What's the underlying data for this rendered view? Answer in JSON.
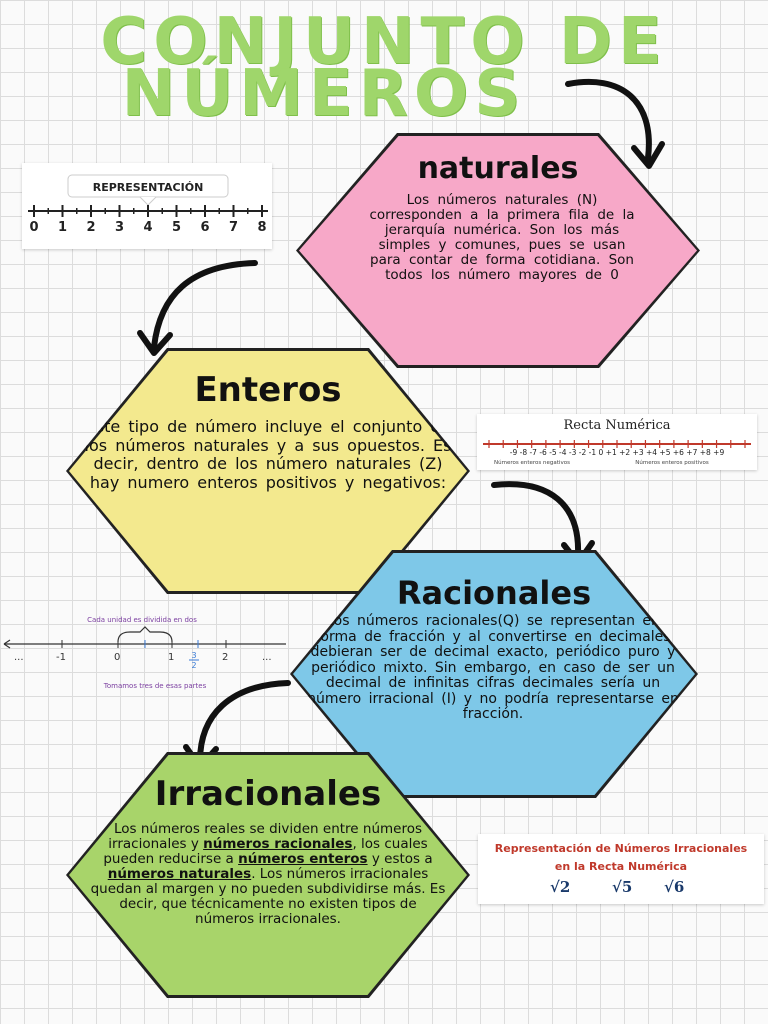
{
  "title": {
    "line1": "CONJUNTO DE",
    "line2": "NÚMEROS"
  },
  "sections": {
    "naturales": {
      "title": "naturales",
      "text": "Los números naturales (N) corresponden a la primera fila de la jerarquía numérica. Son los más simples y comunes, pues se usan para contar de forma cotidiana. Son todos los número mayores de 0",
      "color": "#f7a8c8"
    },
    "enteros": {
      "title": "Enteros",
      "text": "Este tipo de número incluye el conjunto de los números naturales y a sus opuestos. Es decir, dentro de los número naturales (Z) hay numero enteros positivos y negativos:",
      "color": "#f3e98e"
    },
    "racionales": {
      "title": "Racionales",
      "text": "Los números racionales(Q) se representan en forma de fracción y al convertirse en decimales debieran ser de decimal exacto, periódico puro y periódico mixto. Sin embargo, en caso de ser un decimal de infinitas cifras decimales sería un número irracional (I) y no podría representarse en fracción.",
      "color": "#7ec8e8"
    },
    "irracionales": {
      "title": "Irracionales",
      "text_parts": [
        "Los números reales se dividen entre números irracionales y ",
        "números racionales",
        ", los cuales pueden reducirse a ",
        "números enteros",
        " y estos a ",
        "números naturales",
        ". Los números irracionales quedan al margen y no pueden subdividirse más. Es decir, que técnicamente no existen tipos de números irracionales."
      ],
      "color": "#a8d46a"
    }
  },
  "images": {
    "naturales_line": {
      "label": "REPRESENTACIÓN",
      "ticks": [
        "0",
        "1",
        "2",
        "3",
        "4",
        "5",
        "6",
        "7",
        "8"
      ]
    },
    "recta_numerica": {
      "title": "Recta Numérica",
      "ticks": "-9 -8 -7 -6 -5 -4 -3 -2 -1 0 +1 +2 +3 +4 +5 +6 +7 +8 +9",
      "neg_label": "Números enteros negativos",
      "pos_label": "Números enteros positivos"
    },
    "fraccion_line": {
      "top_label": "Cada unidad es dividida en dos",
      "bottom_label": "Tomamos tres de esas partes",
      "ticks": [
        "...",
        "-1",
        "0",
        "1",
        "2",
        "..."
      ],
      "fraction_num": "3",
      "fraction_den": "2"
    },
    "irracionales_card": {
      "title_line1": "Representación de Números Irracionales",
      "title_line2": "en la Recta Numérica",
      "roots": [
        "√2",
        "√5",
        "√6"
      ]
    }
  }
}
